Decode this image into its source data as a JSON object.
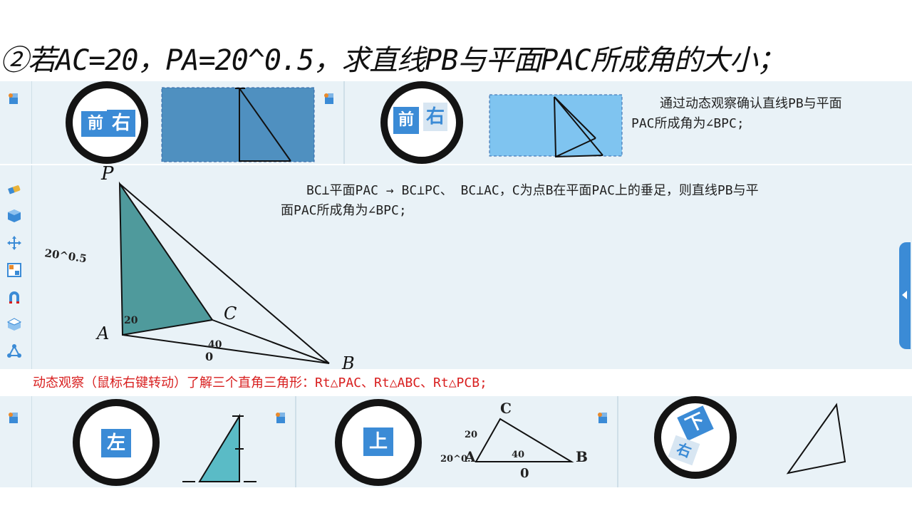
{
  "title": "②若AC=20，PA=20^0.5，求直线PB与平面PAC所成角的大小；",
  "top_note": [
    "通过动态观察确认直线PB与平面",
    "PAC所成角为∠BPC;"
  ],
  "main_note": [
    "BC⊥平面PAC → BC⊥PC、 BC⊥AC，C为点B在平面PAC上的垂足，则直线PB与平",
    "面PAC所成角为∠BPC;"
  ],
  "red_note": "动态观察（鼠标右键转动）了解三个直角三角形：Rt△PAC、Rt△ABC、Rt△PCB;",
  "view_cubes": {
    "top_left": {
      "face1": "前",
      "face2": "右"
    },
    "top_mid": {
      "face1": "前",
      "face2": "右"
    },
    "bottom_left": {
      "face": "左"
    },
    "bottom_mid": {
      "face": "上"
    },
    "bottom_right": {
      "face1": "下",
      "face2": "右"
    }
  },
  "main_figure": {
    "labels": {
      "P": "P",
      "A": "A",
      "B": "B",
      "C": "C"
    },
    "pa_length": "20^0.5",
    "ac_length": "20",
    "ab_length": "40",
    "ab_extra": "0"
  },
  "bottom_mid_figure": {
    "labels": {
      "C": "C",
      "A": "A",
      "B": "B"
    },
    "ac_length": "20",
    "ab_length": "40",
    "a_prefix": "20^0.",
    "zero": "0"
  },
  "colors": {
    "panel_bg": "#e9f2f7",
    "accent": "#3b8bd6",
    "teal_face": "#4f9a9c",
    "red_text": "#d81e1e"
  }
}
